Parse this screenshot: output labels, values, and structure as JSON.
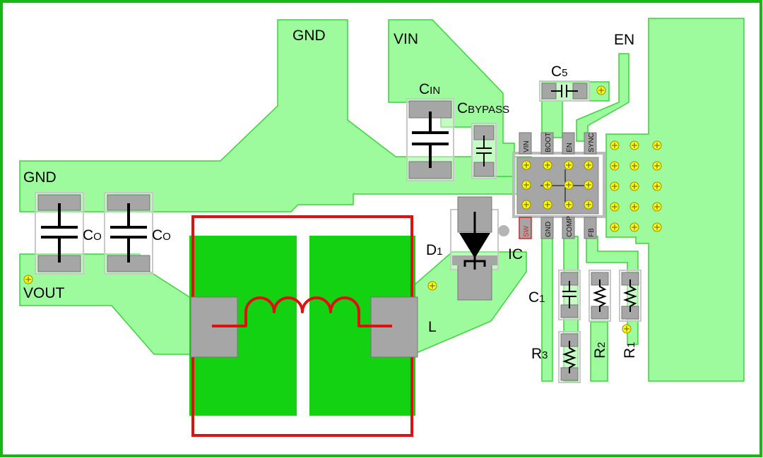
{
  "colors": {
    "board_outline": "#16b816",
    "trace_fill": "#9dfb9d",
    "trace_stroke": "#3cd43c",
    "inductor_copper": "#12d212",
    "inductor_frame": "#e01010",
    "pad_gray": "#a6a6a6",
    "pad_dark": "#777777",
    "via_fill": "#ffff00",
    "via_ring": "#9a8a00",
    "ic_outline": "#bbbbbb",
    "sw_pin": "#e02020"
  },
  "labels": {
    "gnd_top": "GND",
    "gnd_left": "GND",
    "vin": "VIN",
    "en": "EN",
    "vout": "VOUT",
    "c5_main": "C",
    "c5_sub": "5",
    "cin_main": "C",
    "cin_sub": "IN",
    "cbypass_main": "C",
    "cbypass_sub": "BYPASS",
    "co1_main": "C",
    "co1_sub": "O",
    "co2_main": "C",
    "co2_sub": "O",
    "d1_main": "D",
    "d1_sub": "1",
    "ic": "IC",
    "c1_main": "C",
    "c1_sub": "1",
    "r3_main": "R",
    "r3_sub": "3",
    "r2_main": "R",
    "r2_sub": "2",
    "r1_main": "R",
    "r1_sub": "1",
    "l": "L"
  },
  "ic_pins": {
    "top": [
      "VIN",
      "BOOT",
      "EN",
      "SYNC"
    ],
    "bottom": [
      "SW",
      "GND",
      "COMP",
      "FB"
    ]
  },
  "icons": {
    "via": "via-dot-icon",
    "capacitor": "capacitor-symbol-icon",
    "resistor": "resistor-symbol-icon",
    "diode": "diode-symbol-icon",
    "inductor": "inductor-coil-icon"
  }
}
